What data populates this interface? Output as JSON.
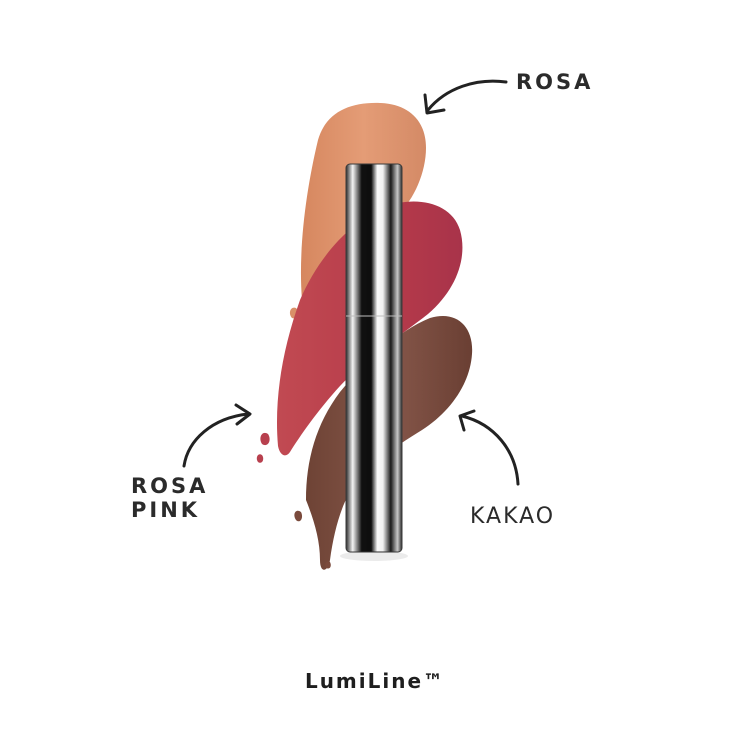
{
  "labels": {
    "rosa": "ROSA",
    "rosa_pink_line1": "ROSA",
    "rosa_pink_line2": "PINK",
    "kakao": "KAKAO"
  },
  "brand": "LumiLine™",
  "colors": {
    "rosa_swatch": "#d98f68",
    "rosa_pink_swatch": "#b8404e",
    "kakao_swatch": "#7a4a3c",
    "tube_dark": "#1a1a1a",
    "tube_light": "#f2f2f2",
    "text": "#2b2b2b"
  }
}
